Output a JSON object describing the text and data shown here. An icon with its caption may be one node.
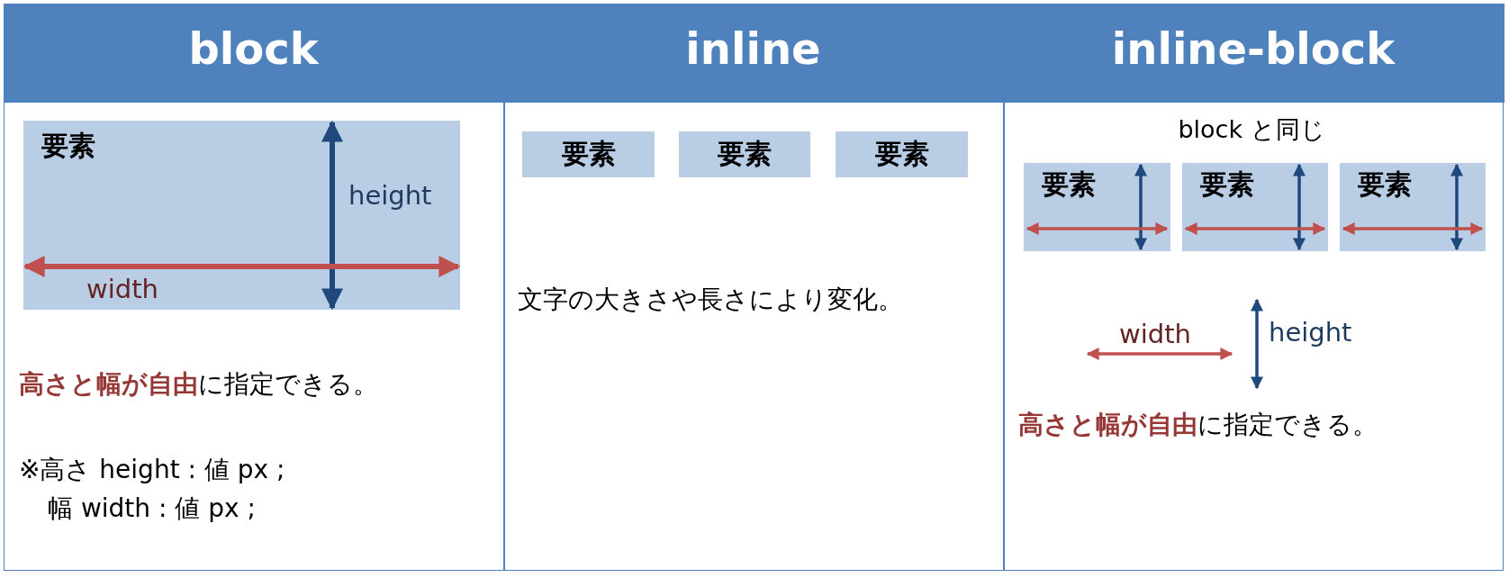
{
  "diagram": {
    "nodes": [
      {
        "text": [
          "要素"
        ]
      },
      {
        "text": [
          "要素"
        ]
      },
      {
        "text": [
          "要素"
        ]
      },
      {
        "text": [
          "要素"
        ]
      },
      {
        "text": [
          "要素"
        ]
      },
      {
        "text": [
          "要素"
        ]
      },
      {
        "text": [
          "要素"
        ]
      }
    ],
    "labels": [
      "block",
      "inline",
      "inline-block",
      "height",
      "width",
      "**高さと幅が自由**に指定できる。",
      "※高さ height : 値 px ;",
      "幅 width : 値 px ;",
      "文字の大きさや長さにより変化。",
      "block と同じ",
      "width",
      "height",
      "**高さと幅が自由**に指定できる。"
    ]
  }
}
